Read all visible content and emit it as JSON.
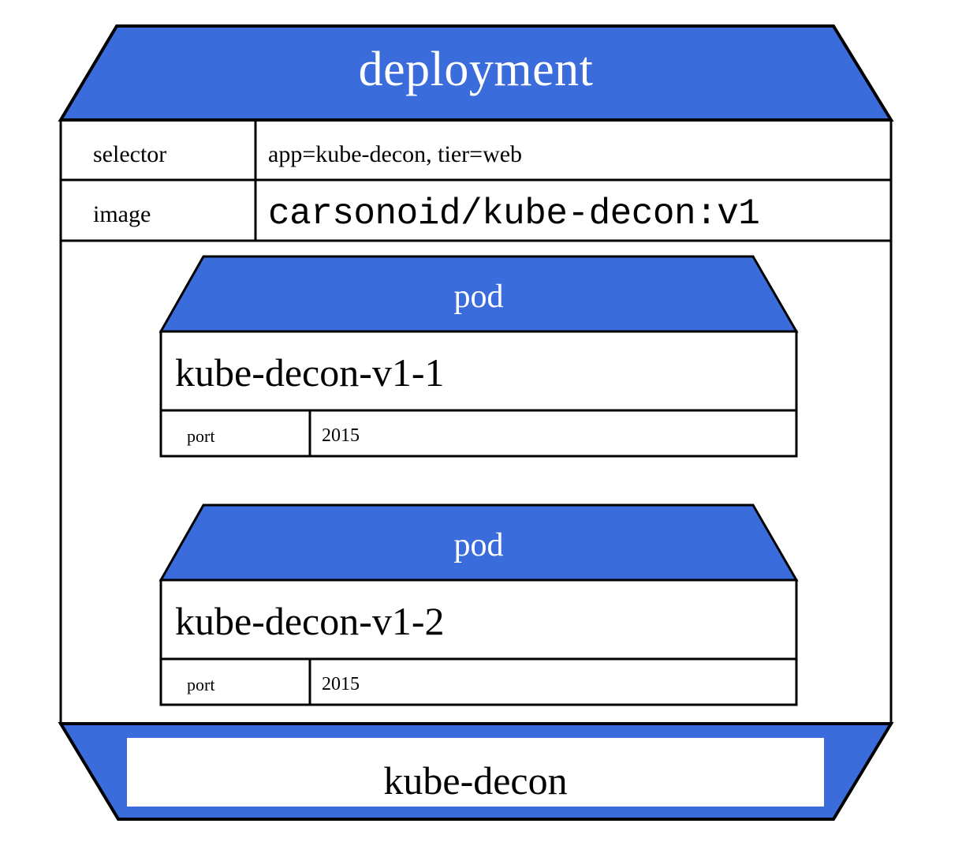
{
  "diagram": {
    "type": "kubernetes-resource-diagram",
    "accent_color": "#3a6cdc",
    "border_color": "#000000",
    "background_color": "#ffffff",
    "text_color": "#000000",
    "header_text_color": "#ffffff"
  },
  "deployment": {
    "kind_label": "deployment",
    "attributes": [
      {
        "key": "selector",
        "value": "app=kube-decon, tier=web"
      },
      {
        "key": "image",
        "value": "carsonoid/kube-decon:v1"
      }
    ],
    "pods": [
      {
        "kind_label": "pod",
        "name": "kube-decon-v1-1",
        "attributes": [
          {
            "key": "port",
            "value": "2015"
          }
        ]
      },
      {
        "kind_label": "pod",
        "name": "kube-decon-v1-2",
        "attributes": [
          {
            "key": "port",
            "value": "2015"
          }
        ]
      }
    ],
    "service": {
      "name": "kube-decon"
    }
  }
}
